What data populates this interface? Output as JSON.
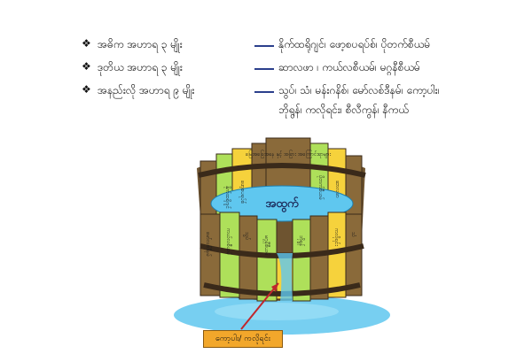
{
  "rows": [
    {
      "bullet": "❖",
      "label": "အဓိက  အဟာရ ၃ မျိုး",
      "description": "နိုက်ထရိုဂျင်၊ ဖော့စပရပ်စ်၊ ပိုတက်စီယမ်"
    },
    {
      "bullet": "❖",
      "label": "ဒုတိယ  အဟာရ ၃ မျိုး",
      "description": "ဆာလဖာ ၊ ကယ်လစီယမ်၊ မဂ္ဂနီစီယမ်"
    },
    {
      "bullet": "❖",
      "label": "အနည်းလို  အဟာရ ၉ မျိုး",
      "description": "သွပ်၊ သံ၊ မန်းဂနိစ်၊ မော်လစ်ဒီနမ်၊ ကော့ပါး၊",
      "description_line2": "ဘိုရွန်၊ ကလိုရင်း၊ စီလီကွန်၊ နီကယ်"
    }
  ],
  "barrel": {
    "center_label": "အထွက်",
    "staves": [
      "မြေအခြေအနေ နှင့် အခြား အကြောင်းရာများ",
      "နိုက်ထရိုဂျင်",
      "ဖော့စပရပ်စ်",
      "ပိုတက်စီယမ်",
      "ဆာလဖာ",
      "ကယ်လစီယမ်",
      "မဂ္ဂနီစီယမ်",
      "ဘိုရွန်",
      "ကလိုရင်း",
      "မော်လစ်ဒီနမ်",
      "သွပ်",
      "သံ"
    ],
    "short_stave_label": "ကော့ပါး/ ကလိုရင်း"
  },
  "colors": {
    "dash": "#2b3f8c",
    "stave_green": "#aee05a",
    "stave_yellow": "#f6d23c",
    "stave_brown": "#8a6a3a",
    "water": "#5fc7ef",
    "band": "#3a2a1a",
    "callout": "#f2a72b",
    "arrow": "#c0272d"
  }
}
